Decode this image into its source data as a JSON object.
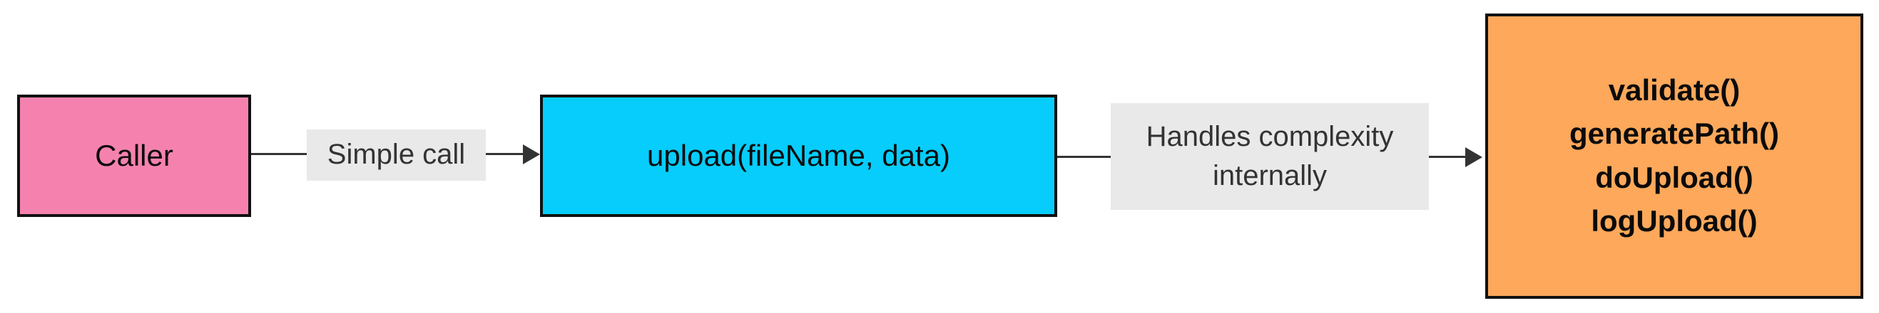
{
  "diagram": {
    "type": "flowchart",
    "direction": "left-to-right",
    "background_color": "#ffffff",
    "nodes": [
      {
        "id": "caller",
        "label": "Caller",
        "fill_color": "#f582ae",
        "stroke_color": "#111111",
        "text_color": "#0b0b0b"
      },
      {
        "id": "upload",
        "label": "upload(fileName, data)",
        "fill_color": "#06cdfc",
        "stroke_color": "#111111",
        "text_color": "#0b0b0b"
      },
      {
        "id": "internals",
        "fill_color": "#fda85b",
        "stroke_color": "#111111",
        "text_color": "#0b0b0b",
        "methods": [
          "validate()",
          "generatePath()",
          "doUpload()",
          "logUpload()"
        ]
      }
    ],
    "edges": [
      {
        "id": "edge-caller-upload",
        "from": "caller",
        "to": "upload",
        "label": "Simple call",
        "label_background": "#e9e9e9",
        "line_color": "#333333",
        "arrow": "filled-triangle"
      },
      {
        "id": "edge-upload-internals",
        "from": "upload",
        "to": "internals",
        "label_line1": "Handles complexity",
        "label_line2": "internally",
        "label_background": "#e9e9e9",
        "line_color": "#333333",
        "arrow": "filled-triangle"
      }
    ]
  }
}
